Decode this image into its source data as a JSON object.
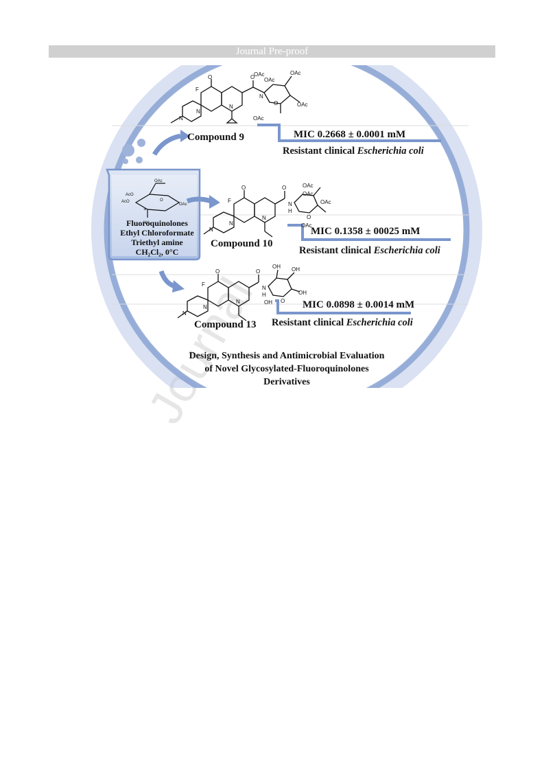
{
  "header": {
    "title": "Journal Pre-proof"
  },
  "watermark": {
    "text": "Journal"
  },
  "compounds": [
    {
      "name": "Compound 9",
      "mic": "MIC 0.2668 ± 0.0001 mM",
      "organism_prefix": "Resistant clinical ",
      "organism": "Escherichia coli"
    },
    {
      "name": "Compound 10",
      "mic": "MIC 0.1358 ± 00025 mM",
      "organism_prefix": "Resistant clinical ",
      "organism": "Escherichia coli"
    },
    {
      "name": "Compound 13",
      "mic": "MIC 0.0898 ± 0.0014 mM",
      "organism_prefix": "Resistant clinical ",
      "organism": "Escherichia coli"
    }
  ],
  "reagents": {
    "line1": "Fluoroquinolones",
    "line2": "Ethyl Chloroformate",
    "line3": "Triethyl amine",
    "line4": "CH₂Cl₂, 0°C"
  },
  "structure_labels": {
    "oac": "OAc",
    "aco": "AcO",
    "nh2": "NH₂",
    "o": "O",
    "f": "F",
    "n": "N",
    "h": "H",
    "oh": "OH",
    "plus": "+"
  },
  "caption": {
    "line1": "Design, Synthesis and Antimicrobial Evaluation",
    "line2": "of Novel Glycosylated-Fluoroquinolones",
    "line3": "Derivatives"
  },
  "colors": {
    "accent_blue": "#7a96cc",
    "header_gray": "#d0d0d0",
    "ring_blue": "#8aa3d3"
  }
}
